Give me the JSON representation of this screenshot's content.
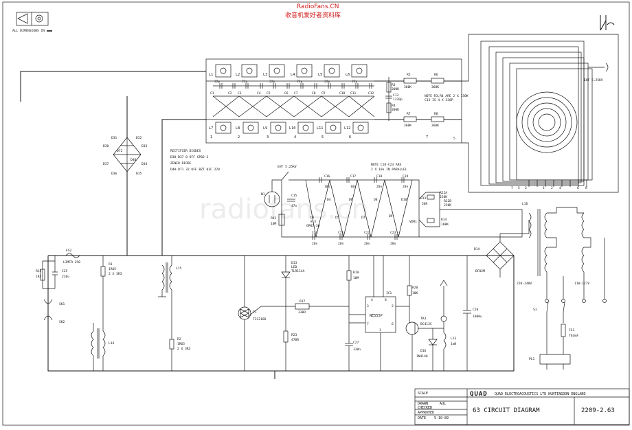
{
  "watermark": {
    "site": "RadioFans.CN",
    "subtitle": "收音机爱好者资料库",
    "center": "radiofans.cn"
  },
  "header": {
    "dimensions": "ALL DIMENSIONS IN"
  },
  "eht_top": "EHT 5.25KV",
  "eht_mid": "EHT 5.25KV",
  "note_top": {
    "line1": "NOTE R3,R4 ARE 2 X 150K",
    "line2": "C13 IS 4 X 330P"
  },
  "note_mid": {
    "line1": "NOTE C18-C23 ARE",
    "line2": "2 X 10n IN PARALLEL"
  },
  "legend": {
    "line1": "RECTIFIER DIODES",
    "line2": "D30-D37 8 OFF GP02-3",
    "line3": "ZENER DIODE",
    "line4": "D40-D71 32 OFF BZT 03C 220"
  },
  "multiplier": {
    "inductors_top": [
      "L1",
      "L2",
      "L3",
      "L4",
      "L5",
      "L6"
    ],
    "inductors_bottom": [
      "L7",
      "L8",
      "L9",
      "L10",
      "L11",
      "L12"
    ],
    "caps_top": [
      "C1",
      "C2",
      "C3",
      "C4",
      "C5",
      "C6",
      "C7",
      "C8",
      "C9",
      "C10",
      "C11",
      "C12"
    ],
    "cap_value": "22p",
    "bottom_numbers": [
      "1",
      "2",
      "3",
      "4",
      "5",
      "6",
      "7"
    ],
    "r3": "R3",
    "r3_value": "300K",
    "c13": "C13",
    "c13_value": "1320p",
    "r4": "R4",
    "r4_value": "300K",
    "r5": "R5",
    "r5_value": "360K",
    "r6": "R6",
    "r6_value": "360K",
    "r7": "R7",
    "r7_value": "360K",
    "r8": "R8",
    "r8_value": "360K",
    "node5": "5"
  },
  "bridge_diodes": [
    "D31",
    "D32",
    "D30",
    "D33",
    "D72",
    "D40",
    "D37",
    "D34",
    "D36",
    "D35"
  ],
  "panel_pins": [
    "7",
    "5",
    "3",
    "1",
    "2",
    "4",
    "6",
    "8"
  ],
  "eht_gen": {
    "n1": "N1",
    "c15": "C15",
    "c15_value": "47n",
    "r12": "R12",
    "r12_value": "10M",
    "d3": "D3",
    "d3_value": "8 X",
    "d3_type": "GP02-30",
    "caps_top": [
      "C16",
      "C17",
      "C18",
      "C19"
    ],
    "caps_top_values": [
      "10n",
      "10n",
      "20n",
      "20n"
    ],
    "caps_bottom": [
      "C20",
      "C21",
      "C22",
      "C23"
    ],
    "caps_bottom_values": [
      "20n",
      "20n",
      "20n",
      "20n"
    ],
    "diodes": [
      "D4",
      "D5",
      "D6",
      "D7",
      "D8",
      "D9",
      "D10"
    ],
    "r22a": "R22A",
    "r22a_value": "220K",
    "r22b": "R22B",
    "r22b_value": "220K",
    "r13": "R13",
    "r13_value": "56K",
    "r14": "R14",
    "r14_value": "180K",
    "vdr": "VDR1"
  },
  "supply": {
    "fs2": "FS2",
    "fs2_value": "LIMFR 250",
    "r15": "R15",
    "r15_value": "1R5",
    "c25": "C25",
    "c25_value": "220u",
    "r1": "R1",
    "r1_value": "1R65",
    "r1_mult": "2 X 3R3",
    "l15": "L15",
    "l14": "L14",
    "sk1": "SK1",
    "sk2": "SK2",
    "r2": "R2",
    "r2_value": "1R65",
    "r2_mult": "2 X 3R3",
    "t1": "T1",
    "t1_type": "TIC216D",
    "r17": "R17",
    "r17_value": "330R",
    "d13": "D13",
    "d13_type": "LED",
    "d13_part": "TLR114A",
    "r23": "R23",
    "r23_value": "470R",
    "r19": "R19",
    "r19_value": "10M",
    "c27": "C27",
    "c27_value": "330n",
    "ic1": "IC1",
    "ic1_type": "NE555P",
    "ic1_pins": [
      "4",
      "8",
      "3",
      "2",
      "7",
      "6",
      "1"
    ],
    "r20": "R20",
    "r20_value": "10K",
    "tr3": "TR3",
    "tr3_type": "BC413C",
    "d16": "D16",
    "d16_type": "1N4148",
    "l13": "L13",
    "l13_value": "1mH",
    "c28": "C28",
    "c28_value": "1000u",
    "d14": "D14",
    "d14_type": "DF02M",
    "l16": "L16",
    "v_a": "220-240V",
    "v_b": "110-127V",
    "s1": "S1",
    "fs1": "FS1",
    "fs1_value": "T63mA",
    "pl1": "PL1"
  },
  "titleblock": {
    "scale_label": "SCALE",
    "drawn_label": "DRAWN",
    "drawn_value": "AdL",
    "checked_label": "CHECKED",
    "approved_label": "APPROVED",
    "date_label": "DATE",
    "date_value": "5-10-89",
    "brand": "QUAD",
    "company": "QUAD ELECTROACOUSTICS LTD HUNTINGDON ENGLAND",
    "title": "63 CIRCUIT DIAGRAM",
    "number": "2209-2.63"
  }
}
